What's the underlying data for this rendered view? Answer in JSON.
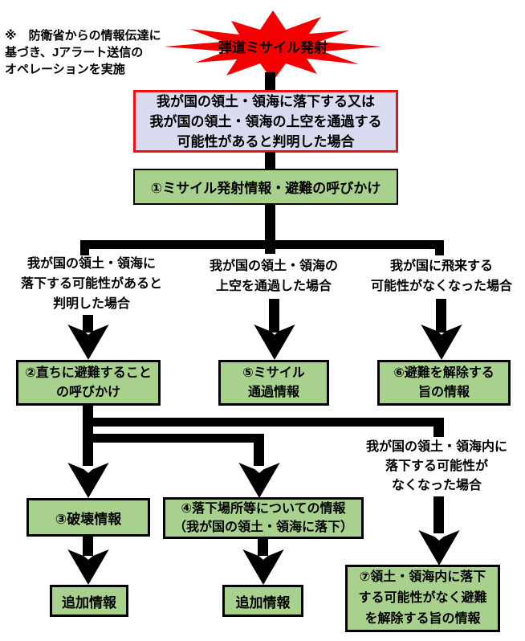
{
  "annotation": "※　防衛省からの情報伝達に\n基づき、Jアラート送信の\nオペレーションを実施",
  "start_burst": "弾道ミサイル発射",
  "trigger_condition": "我が国の領土・領海に落下する又は\n我が国の領土・領海の上空を通過する\n可能性があると判明した場合",
  "steps": {
    "step1": "①ミサイル発射情報・避難の呼びかけ",
    "step2": "②直ちに避難すること\nの呼びかけ",
    "step3": "③破壊情報",
    "step4": "④落下場所等についての情報\n（我が国の領土・領海に落下）",
    "step5": "⑤ミサイル\n通過情報",
    "step6": "⑥避難を解除する\n旨の情報",
    "step7": "⑦領土・領海内に落下\nする可能性がなく避難\nを解除する旨の情報",
    "additional_after_step3": "追加情報",
    "additional_after_step4": "追加情報"
  },
  "conditions": {
    "fall_possible": "我が国の領土・領海に\n落下する可能性があると\n判明した場合",
    "passed_over": "我が国の領土・領海の\n上空を通過した場合",
    "no_longer_flying": "我が国に飛来する\n可能性がなくなった場合",
    "fall_no_longer_possible": "我が国の領土・領海内に\n落下する可能性が\nなくなった場合"
  },
  "colors": {
    "box_green": "#a9d18e",
    "condition_bg": "#d9dcf0",
    "condition_border": "#ee1111",
    "burst_red": "#f30000",
    "line_black": "#000000"
  }
}
